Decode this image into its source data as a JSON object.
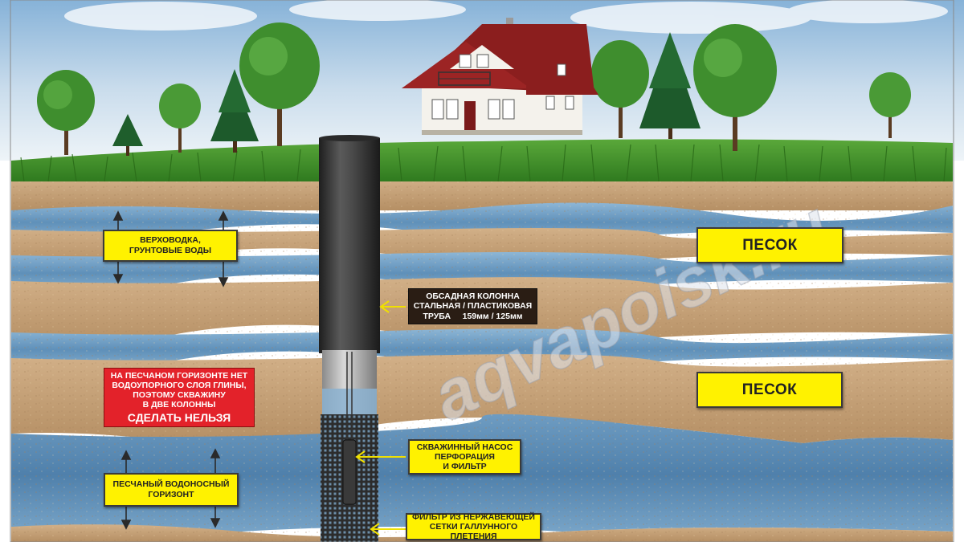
{
  "labels": {
    "perched_water": {
      "line1": "ВЕРХОВОДКА,",
      "line2": "ГРУНТОВЫЕ ВОДЫ"
    },
    "sand_upper": "ПЕСОК",
    "sand_lower": "ПЕСОК",
    "casing": {
      "line1": "ОБСАДНАЯ КОЛОННА",
      "line2": "СТАЛЬНАЯ / ПЛАСТИКОВАЯ",
      "line3": "ТРУБА     159мм / 125мм"
    },
    "warning": {
      "line1": "НА ПЕСЧАНОМ ГОРИЗОНТЕ НЕТ",
      "line2": "ВОДОУПОРНОГО СЛОЯ ГЛИНЫ,",
      "line3": "ПОЭТОМУ СКВАЖИНУ",
      "line4": "В ДВЕ КОЛОННЫ",
      "line5": "СДЕЛАТЬ НЕЛЬЗЯ"
    },
    "pump": {
      "line1": "СКВАЖИННЫЙ НАСОС",
      "line2": "ПЕРФОРАЦИЯ",
      "line3": "И ФИЛЬТР"
    },
    "aquifer": {
      "line1": "ПЕСЧАНЫЙ ВОДОНОСНЫЙ",
      "line2": "ГОРИЗОНТ"
    },
    "filter": {
      "line1": "ФИЛЬТР ИЗ НЕРЖАВЕЮЩЕЙ",
      "line2": "СЕТКИ ГАЛЛУННОГО ПЛЕТЕНИЯ"
    }
  },
  "watermark": "aqvapoisk.ru",
  "colors": {
    "sky_top": "#8fb8dc",
    "grass": "#3f8f2a",
    "sand": "#c9a57a",
    "water": "#5d8fb8",
    "casing_pipe": "#3d3d3d",
    "label_yellow": "#fff200",
    "label_dark": "#2a1d14",
    "label_red": "#e3222a",
    "roof": "#8b1e1e"
  },
  "icons": {
    "house": "house-icon",
    "tree": "tree-icon",
    "arrow": "arrow-icon"
  }
}
